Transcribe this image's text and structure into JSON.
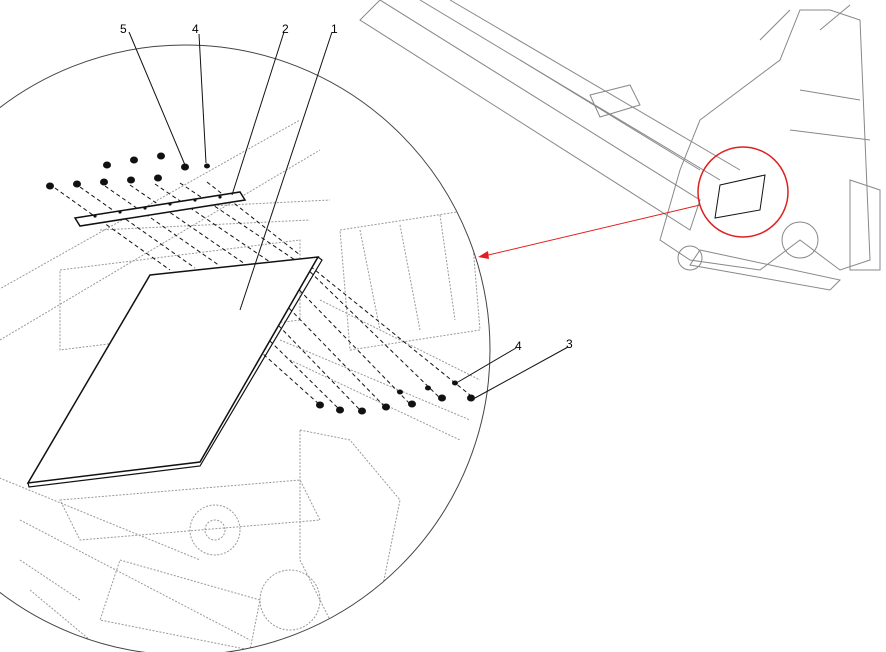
{
  "callouts": [
    {
      "id": "c5",
      "text": "5"
    },
    {
      "id": "c4a",
      "text": "4"
    },
    {
      "id": "c2",
      "text": "2"
    },
    {
      "id": "c1",
      "text": "1"
    },
    {
      "id": "c4b",
      "text": "4"
    },
    {
      "id": "c3",
      "text": "3"
    }
  ],
  "colors": {
    "highlight": "#e02020",
    "line": "#111111",
    "ghost": "#999999"
  }
}
